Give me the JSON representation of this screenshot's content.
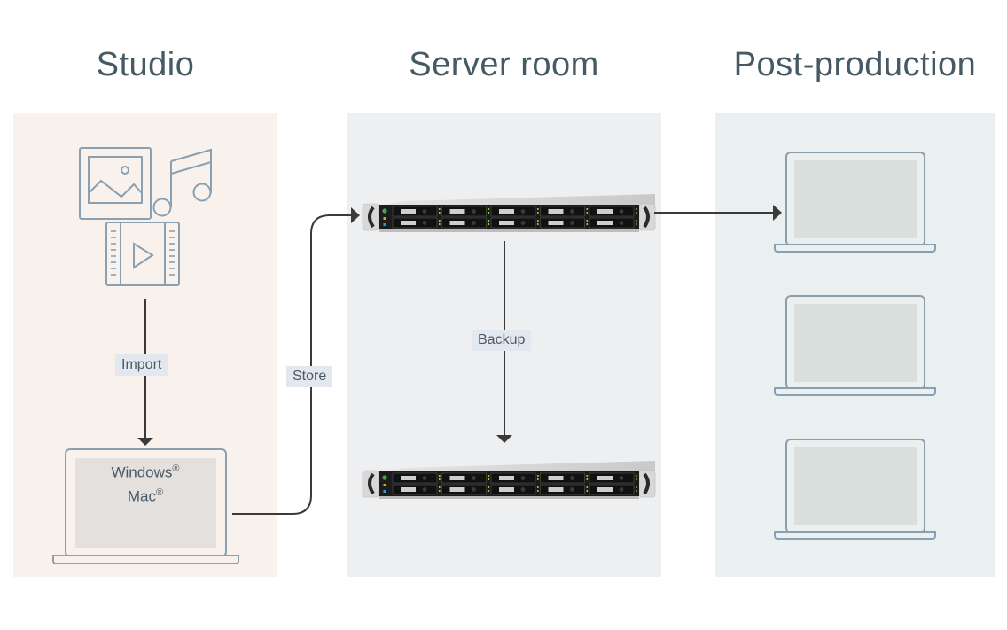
{
  "sections": {
    "studio": {
      "title": "Studio"
    },
    "server_room": {
      "title": "Server room"
    },
    "post_production": {
      "title": "Post-production"
    }
  },
  "studio": {
    "media_icons": [
      "image-icon",
      "music-note-icon",
      "video-film-icon"
    ],
    "workstation": {
      "line1": "Windows",
      "line2": "Mac",
      "mark": "®"
    }
  },
  "flows": {
    "import_label": "Import",
    "store_label": "Store",
    "backup_label": "Backup"
  },
  "server_room": {
    "servers": [
      {
        "name": "primary-nas",
        "drive_bays": 10
      },
      {
        "name": "backup-nas",
        "drive_bays": 10
      }
    ]
  },
  "post_production": {
    "workstations": 3
  },
  "colors": {
    "title": "#455a64",
    "icon_stroke": "#8aa0b0",
    "arrow": "#3a3a3a",
    "studio_bg": "#f8f1ec",
    "server_bg": "#eeeff1",
    "post_bg": "#eaf0ef",
    "label_bg": "#e3e7ef"
  }
}
